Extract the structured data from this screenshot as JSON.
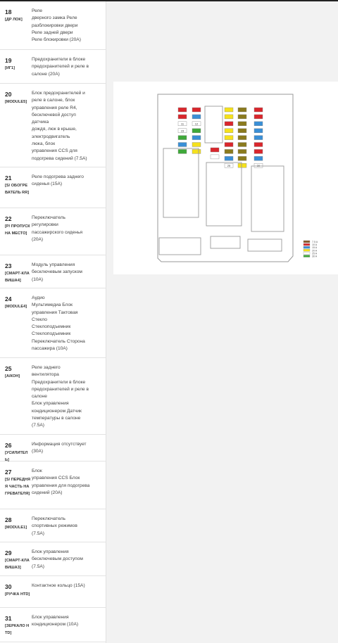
{
  "rows": [
    {
      "num": "18",
      "tag": "[ДР ЛОК]",
      "desc": "Реле\nдверного замка Реле\nразблокировки двери\nРеле задней двери\nРеле блокировки (20A)"
    },
    {
      "num": "19",
      "tag": "[ИГ1]",
      "desc": "Предохранители в блоке\nпредохранителей и реле в\nсалоне (20A)"
    },
    {
      "num": "20",
      "tag": "[MODULE5]",
      "desc": "Блок предохранителей и\nреле в салоне, блок\nуправления реле R4,\nбесключевой доступ\nдатчика\nдождя, люк в крыше,\nэлектродвигатель\nлюка, блок\nуправления CCS для\nподогрева сидений (7.5A)"
    },
    {
      "num": "21",
      "tag": "[S/ ОБОГРЕВАТЕЛЬ RR]",
      "desc": "Реле подогрева заднего\nсиденья (15A)"
    },
    {
      "num": "22",
      "tag": "[P/ ПРОПУСК НА МЕСТО]",
      "desc": "Переключатель\nрегулировки\nпассажирского сиденья\n(20A)"
    },
    {
      "num": "23",
      "tag": "[СМАРТ-КЛАВИША4]",
      "desc": "Модуль управления\nбесключевым запуском\n(10A)"
    },
    {
      "num": "24",
      "tag": "[MODULE4]",
      "desc": "Аудио\nМультимедиа Блок\nуправления Тактовая\nСтекло\nСтеклоподъемник\nСтеклоподъемник\nПереключатель Сторона\nпассажира (10A)"
    },
    {
      "num": "25",
      "tag": "[А/КОН]",
      "desc": "Реле заднего\nвентилятора\nПредохранители в блоке\nпредохранителей и реле в\nсалоне\nБлок управления\nкондиционером Датчик\nтемпературы в салоне\n(7.5A)"
    },
    {
      "num": "26",
      "tag": "[УСИЛИТЕЛЬ]",
      "desc": "Информация отсутствует\n(30A)"
    },
    {
      "num": "27",
      "tag": "[S/ ПЕРЕДНЯЯ ЧАСТЬ НАГРЕВАТЕЛЯ]",
      "desc": "Блок\nуправления CCS Блок\nуправления для подогрева\nсидений (20A)"
    },
    {
      "num": "28",
      "tag": "[MODULE1]",
      "desc": "Переключатель\nспортивных режимов\n(7.5A)"
    },
    {
      "num": "29",
      "tag": "[СМАРТ-КЛАВИША3]",
      "desc": "Блок управления\nбесключевым доступом\n(7.5A)"
    },
    {
      "num": "30",
      "tag": "[РУЧКА HTD]",
      "desc": "Контактное кольцо (15A)"
    },
    {
      "num": "31",
      "tag": "[ЗЕРКАЛО HTD]",
      "desc": "Блок управления\nкондиционером (10A)"
    }
  ],
  "diagram": {
    "fuse_colors": {
      "red": "#d9262c",
      "blue": "#3a8fd6",
      "yellow": "#f5e11c",
      "olive": "#8a7a1e",
      "green": "#3fa83a",
      "white": "#ffffff",
      "brown": "#8b5a2b"
    },
    "fuse_labels": {
      "c1": [
        "",
        "",
        "11",
        "15",
        "",
        "",
        ""
      ],
      "c2": [
        "",
        "",
        "12",
        "",
        "",
        "",
        ""
      ],
      "c4": [
        "",
        "",
        "",
        "",
        "",
        "",
        "",
        "",
        "25"
      ],
      "c6": [
        "",
        "",
        "",
        "",
        "",
        "",
        "",
        "",
        "39"
      ]
    },
    "legend": [
      {
        "label": "7.5 A",
        "color": "#8b5a2b"
      },
      {
        "label": "10 A",
        "color": "#d9262c"
      },
      {
        "label": "15 A",
        "color": "#3a8fd6"
      },
      {
        "label": "20 A",
        "color": "#f5e11c"
      },
      {
        "label": "25 A",
        "color": "#ffffff"
      },
      {
        "label": "30 A",
        "color": "#3fa83a"
      }
    ]
  }
}
